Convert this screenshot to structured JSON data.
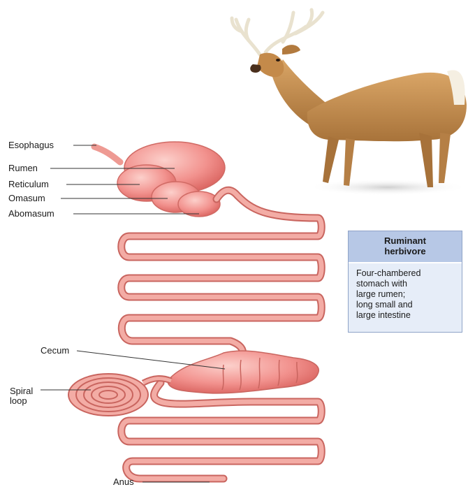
{
  "labels": {
    "esophagus": "Esophagus",
    "rumen": "Rumen",
    "reticulum": "Reticulum",
    "omasum": "Omasum",
    "abomasum": "Abomasum",
    "cecum": "Cecum",
    "spiral_loop": "Spiral loop",
    "anus": "Anus"
  },
  "info_box": {
    "title": "Ruminant\nherbivore",
    "body": "Four-chambered\nstomach with\nlarge rumen;\nlong small and\nlarge intestine"
  },
  "colors": {
    "intestine": "#ef9a93",
    "intestine_dark": "#c9655f",
    "stomach": "#f2928e",
    "deer_coat": "#c8924f",
    "box_fill": "#e6edf8",
    "box_header": "#b7c8e6"
  }
}
